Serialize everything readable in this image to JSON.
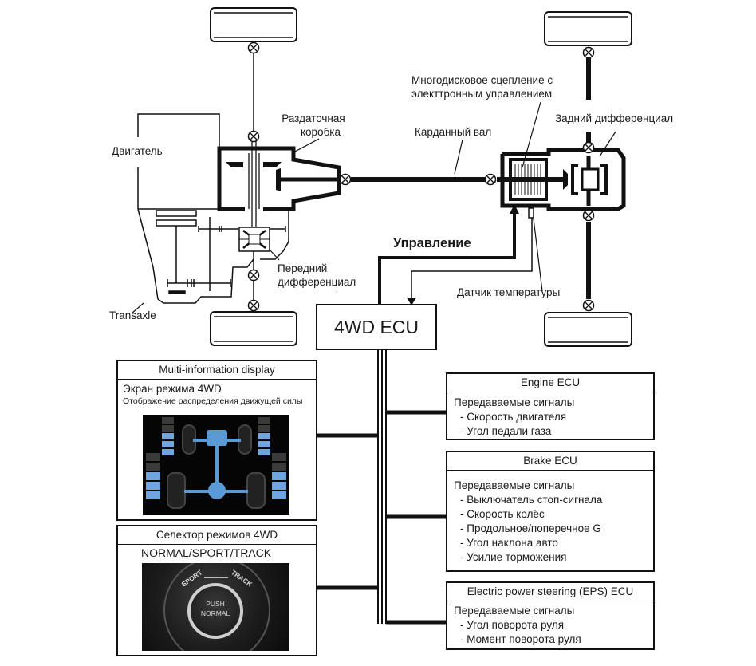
{
  "labels": {
    "engine": "Двигатель",
    "transfer_case": [
      "Раздаточная",
      "коробка"
    ],
    "transaxle": "Transaxle",
    "front_differential": [
      "Передний",
      "дифференциал"
    ],
    "propeller_shaft": "Карданный вал",
    "clutch": [
      "Многодисковое сцепление с",
      "электтронным управлением"
    ],
    "rear_differential": "Задний дифференциал",
    "control": "Управление",
    "temperature_sensor": "Датчик температуры"
  },
  "ecu_4wd": {
    "title": "4WD ECU"
  },
  "multi_info_display": {
    "title": "Multi-information display",
    "subtitle": "Экран режима  4WD",
    "caption": "Отображение распределения движущей силы",
    "torque_bars": {
      "front_left": {
        "on": 3,
        "total": 5
      },
      "front_right": {
        "on": 3,
        "total": 5
      },
      "rear_left": {
        "on": 3,
        "total": 5
      },
      "rear_right": {
        "on": 3,
        "total": 5
      }
    },
    "colors": {
      "active": "#6fa6e0",
      "inactive": "#3a3a3a",
      "drivetrain": "#5b9bd5"
    }
  },
  "mode_selector": {
    "title": "Селектор режимов  4WD",
    "modes": "NORMAL/SPORT/TRACK",
    "dial_left": "SPORT",
    "dial_right": "TRACK",
    "button_line1": "PUSH",
    "button_line2": "NORMAL"
  },
  "ecus": [
    {
      "title": "Engine ECU",
      "heading": "Передаваемые сигналы",
      "signals": [
        "-  Скорость двигателя",
        "-  Угол педали газа"
      ]
    },
    {
      "title": "Brake ECU",
      "heading": "Передаваемые сигналы",
      "signals": [
        "-  Выключатель стоп-сигнала",
        "-  Скорость колёс",
        "-  Продольное/поперечное G",
        "-  Угол наклона авто",
        "-  Усилие торможения"
      ]
    },
    {
      "title": "Electric power steering (EPS) ECU",
      "heading": "Передаваемые сигналы",
      "signals": [
        "-  Угол поворота руля",
        "-  Момент поворота руля"
      ]
    }
  ]
}
